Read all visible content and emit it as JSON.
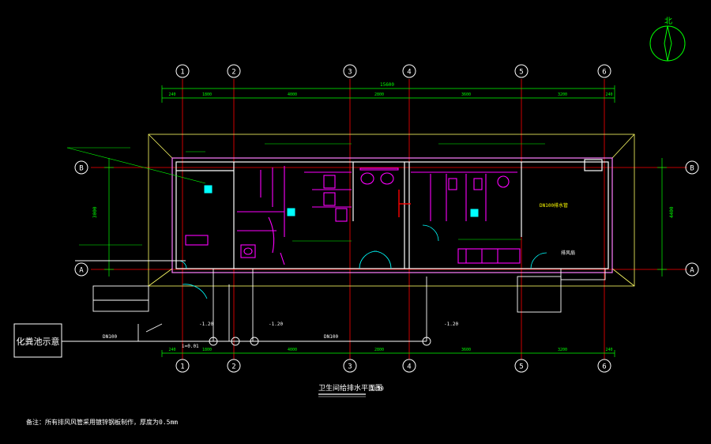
{
  "colors": {
    "background": "#000000",
    "grid_line": "#ff0000",
    "wall": "#ffffff",
    "fixture": "#ff00ff",
    "dimension": "#00ff00",
    "pipe": "#ffffff",
    "equipment": "#00ffff",
    "label_yellow": "#ffff00"
  },
  "north_arrow": {
    "label": "北"
  },
  "grid_axes_top": [
    "1",
    "2",
    "3",
    "4",
    "5",
    "6"
  ],
  "grid_axes_bottom": [
    "1",
    "2",
    "3",
    "4",
    "5",
    "6"
  ],
  "grid_axes_left": [
    "B",
    "A"
  ],
  "grid_axes_right": [
    "B",
    "A"
  ],
  "top_dimensions": {
    "total": "15600",
    "segments": [
      "240",
      "1800",
      "4000",
      "2800",
      "3600",
      "3200",
      "240"
    ]
  },
  "bottom_dimensions": {
    "segments": [
      "240",
      "1800",
      "4000",
      "2800",
      "3600",
      "3200",
      "240"
    ]
  },
  "left_dimension": "3000",
  "right_dimension": "4400",
  "labels": {
    "external_network": "化粪池示意",
    "drawing_title": "卫生间给排水平面图",
    "scale": "1:50",
    "note": "备注：所有排风风管采用镀锌钢板制作，厚度为0.5mm",
    "pipe_label_1": "DN100",
    "pipe_label_2": "DN100",
    "pipe_label_3": "i=0.01",
    "elev_1": "-1.20",
    "elev_2": "-1.20",
    "elev_3": "-1.20",
    "room_note": "排风扇",
    "yellow_note": "DN100排水管"
  }
}
